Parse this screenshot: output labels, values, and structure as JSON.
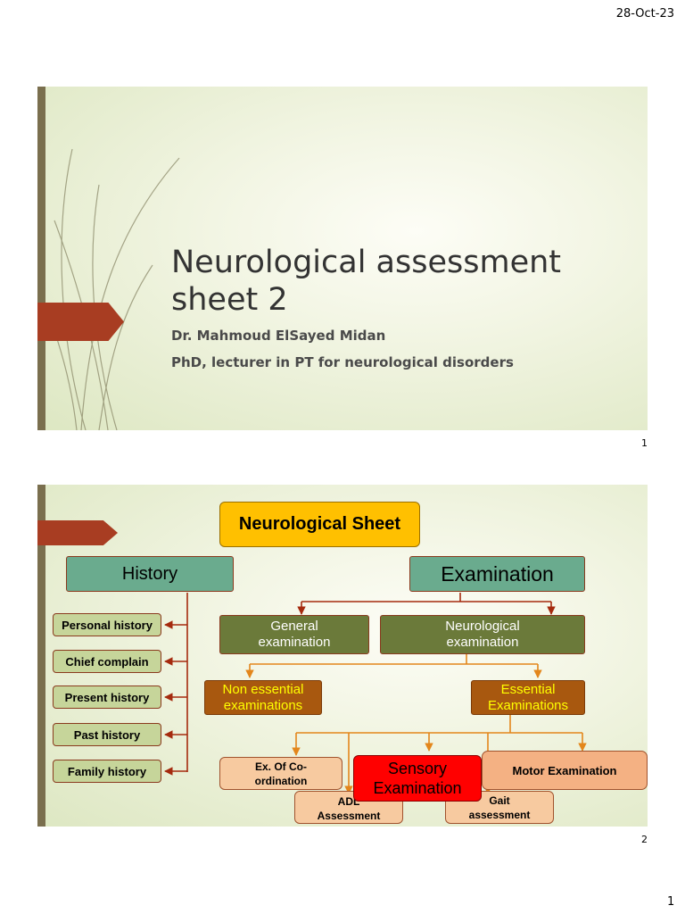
{
  "header": {
    "date": "28-Oct-23"
  },
  "slide1": {
    "title_line1": "Neurological assessment",
    "title_line2": "sheet 2",
    "author": "Dr. Mahmoud ElSayed Midan",
    "role": "PhD, lecturer in PT for neurological disorders",
    "number": "1"
  },
  "slide2": {
    "number": "2",
    "diagram": {
      "root": "Neurological Sheet",
      "history": "History",
      "examination": "Examination",
      "history_items": [
        "Personal history",
        "Chief complain",
        "Present history",
        "Past history",
        "Family history"
      ],
      "general": "General examination",
      "neurological": "Neurological examination",
      "non_essential": "Non essential examinations",
      "essential": "Essential Examinations",
      "coordination": "Ex. Of Co-ordination",
      "sensory": "Sensory Examination",
      "motor": "Motor Examination",
      "adl": "ADL Assessment",
      "gait": "Gait assessment"
    }
  },
  "footer": {
    "page": "1"
  },
  "colors": {
    "sidebar": "#7a6f4e",
    "accent_tab": "#a83d22",
    "root_box": "#ffc000",
    "teal_box": "#6aab8e",
    "olive_box": "#6b7a3a",
    "history_item": "#c6d59a",
    "orange_box": "#a8580f",
    "peach_box": "#f7caa0",
    "sensory_box": "#ff0000",
    "arrow_dark": "#a52a0e",
    "arrow_orange": "#e3861b"
  }
}
